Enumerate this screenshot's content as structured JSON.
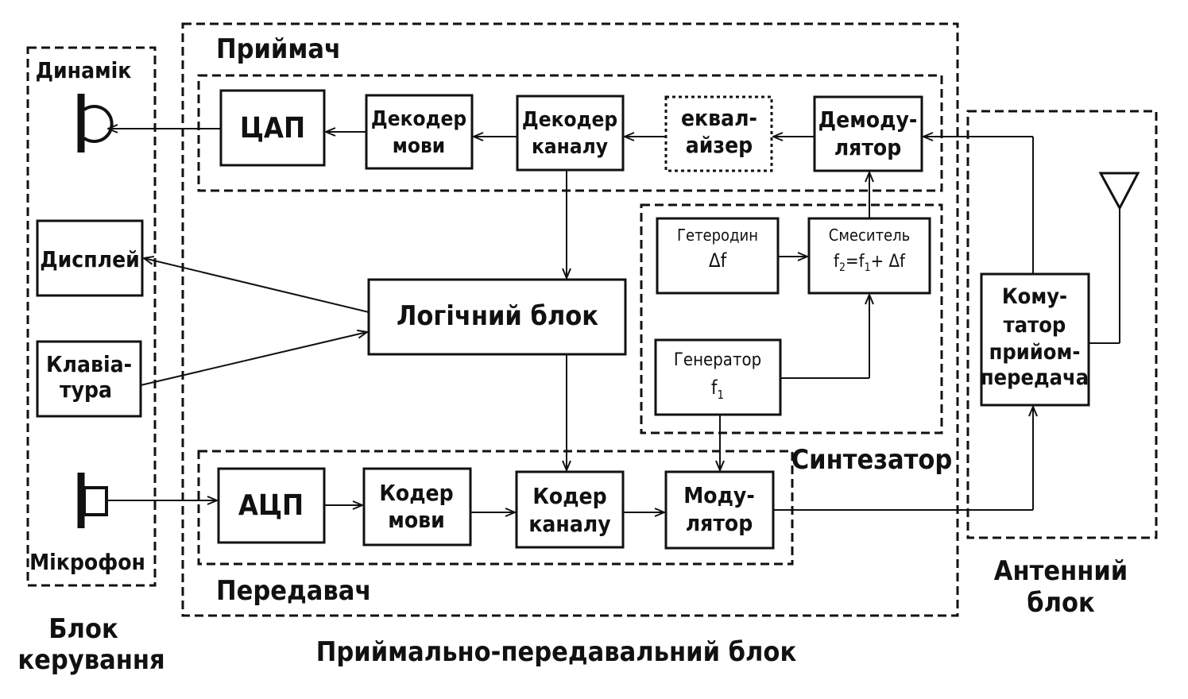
{
  "groups": {
    "receiver": "Приймач",
    "transmitter": "Передавач",
    "synthesizer": "Синтезатор",
    "trx_unit": "Приймально-передавальний блок",
    "control_unit": [
      "Блок",
      "керування"
    ],
    "antenna_unit": [
      "Антенний",
      "блок"
    ]
  },
  "peripherals": {
    "speaker": "Динамік",
    "microphone": "Мікрофон",
    "display": "Дисплей",
    "keyboard": [
      "Клавіа-",
      "тура"
    ]
  },
  "receiver_blocks": {
    "dac": "ЦАП",
    "speech_decoder": [
      "Декодер",
      "мови"
    ],
    "channel_decoder": [
      "Декодер",
      "каналу"
    ],
    "equalizer": [
      "еквал-",
      "айзер"
    ],
    "demodulator": [
      "Демоду-",
      "лятор"
    ]
  },
  "transmitter_blocks": {
    "adc": "АЦП",
    "speech_coder": [
      "Кодер",
      "мови"
    ],
    "channel_coder": [
      "Кодер",
      "каналу"
    ],
    "modulator": [
      "Моду-",
      "лятор"
    ]
  },
  "logic": "Логічний блок",
  "synth_blocks": {
    "heterodyne": [
      "Гетеродин",
      "Δf"
    ],
    "mixer": [
      "Смеситель",
      "f",
      "2",
      "=f",
      "1",
      "+ Δf"
    ],
    "generator": [
      "Генератор",
      "f",
      "1"
    ]
  },
  "switch": [
    "Кому-",
    "татор",
    "прийом-",
    "передача"
  ]
}
